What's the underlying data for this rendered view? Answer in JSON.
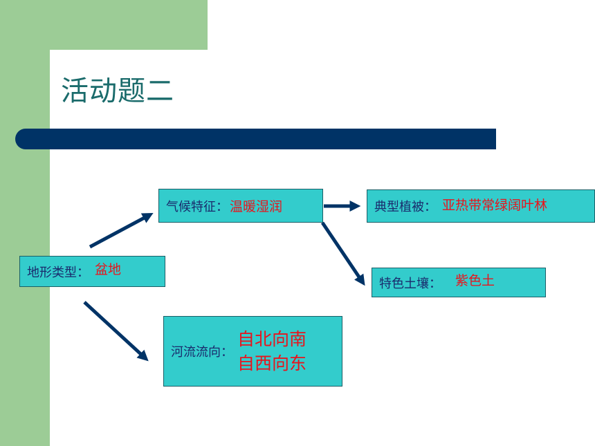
{
  "slide": {
    "title": "活动题二"
  },
  "nodes": {
    "terrain": {
      "label": "地形类型：",
      "value": "盆地"
    },
    "climate": {
      "label": "气候特征：",
      "value": "温暖湿润"
    },
    "vegetation": {
      "label": "典型植被：",
      "value": "亚热带常绿阔叶林"
    },
    "soil": {
      "label": "特色土壤：",
      "value": "紫色土"
    },
    "river": {
      "label": "河流流向：",
      "values": [
        "自北向南",
        "自西向东"
      ]
    }
  },
  "colors": {
    "box_fill": "#33cccc",
    "label_text": "#1a2a6c",
    "value_text": "#e8141c",
    "arrow": "#003366",
    "accent_green": "#9ccc96",
    "title_bar": "#003366",
    "title_text": "#1a6b6b"
  }
}
